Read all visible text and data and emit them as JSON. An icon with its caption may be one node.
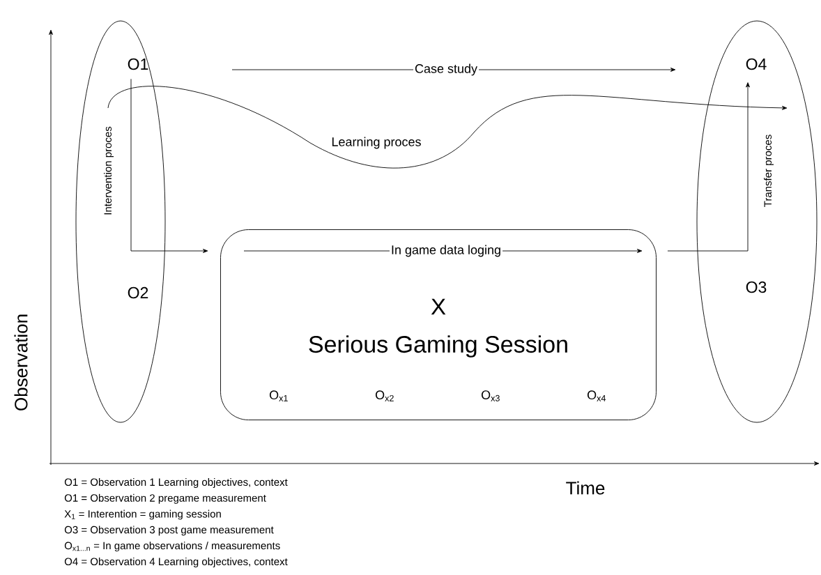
{
  "diagram": {
    "nodes": [
      {
        "text": [],
        "shape": "ellipse"
      },
      {
        "text": [
          "O1"
        ],
        "in": 0
      },
      {
        "text": [
          "O2"
        ],
        "in": 0
      },
      {
        "text": [],
        "shape": "ellipse"
      },
      {
        "text": [
          "O4"
        ],
        "in": 3
      },
      {
        "text": [
          "O3"
        ],
        "in": 3
      },
      {
        "text": [
          "X",
          "Serious Gaming Session",
          "O$_{x1}$",
          "O$_{x2}$",
          "O$_{x3}$",
          "O$_{x4}$"
        ]
      }
    ],
    "edges": [
      {
        "from": 0,
        "to": 3,
        "arrow": "to",
        "label": "Learning proces"
      },
      {
        "from": 1,
        "to": 6,
        "arrow": "to",
        "label": "Intervention proces"
      },
      {
        "from": 6,
        "to": 4,
        "arrow": "to",
        "label": "Transfer proces"
      }
    ],
    "labels": [
      "Case study",
      "In game data loging",
      "Observation",
      "Time",
      "O1 = Observation 1 Learning objectives, context",
      "O1 = Observation 2 pregame measurement",
      "X$_{1}$ = Interention = gaming session",
      "O3 = Observation 3 post game measurement",
      "O$_{x1...n}$ = In game observations / measurements",
      "O4 = Observation 4 Learning objectives, context"
    ]
  }
}
